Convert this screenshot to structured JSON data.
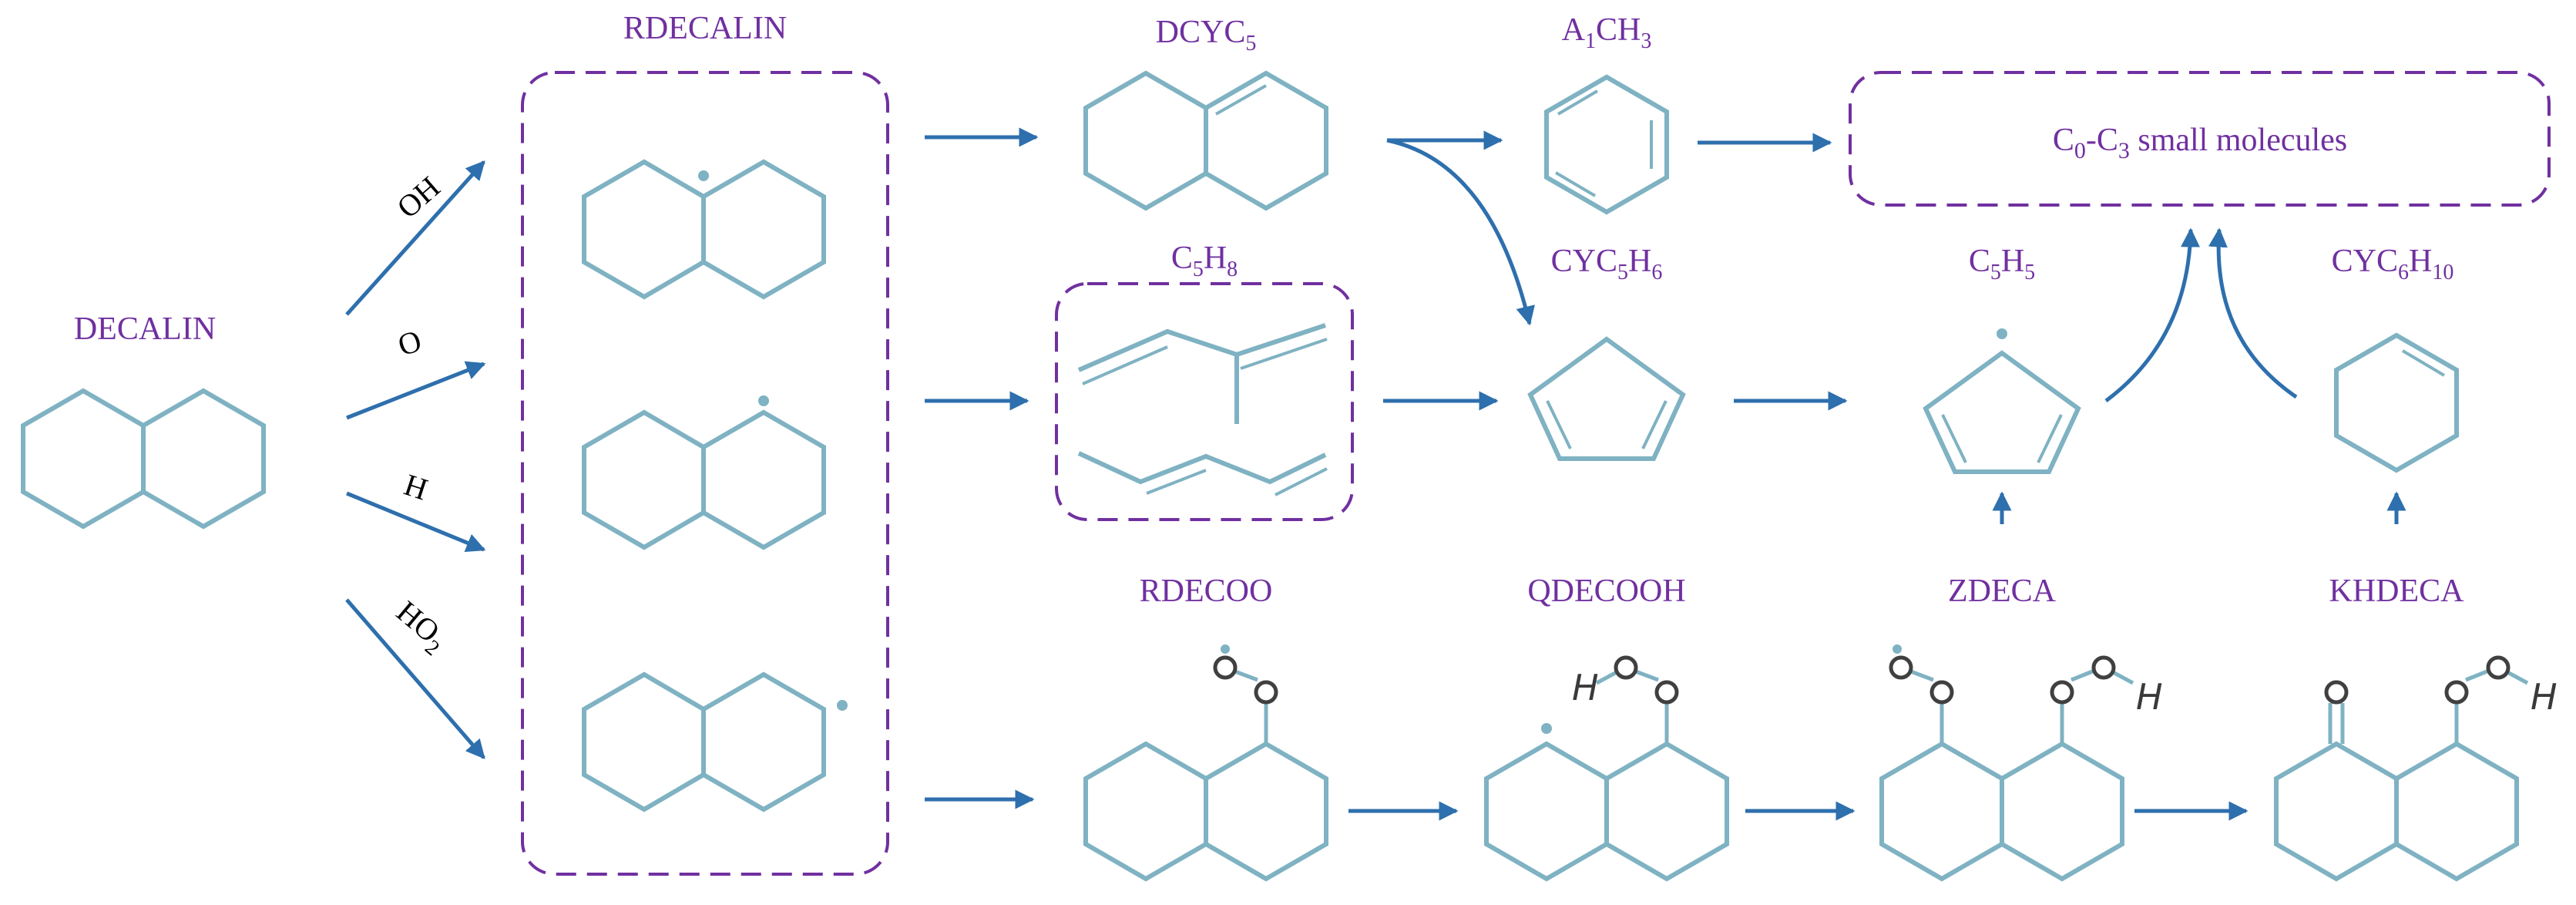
{
  "species": {
    "decalin": "DECALIN",
    "rdecalin": "RDECALIN",
    "dcyc5": "DCYC",
    "dcyc5_sub": "5",
    "a1ch3_a": "A",
    "a1ch3_sub": "1",
    "a1ch3_b": "CH",
    "a1ch3_sub2": "3",
    "small_a": "C",
    "small_sub1": "0",
    "small_b": "-C",
    "small_sub2": "3",
    "small_c": " small molecules",
    "c5h8_a": "C",
    "c5h8_sub1": "5",
    "c5h8_b": "H",
    "c5h8_sub2": "8",
    "cyc5h6_a": "CYC",
    "cyc5h6_sub1": "5",
    "cyc5h6_b": "H",
    "cyc5h6_sub2": "6",
    "c5h5_a": "C",
    "c5h5_sub1": "5",
    "c5h5_b": "H",
    "c5h5_sub2": "5",
    "cyc6h10_a": "CYC",
    "cyc6h10_sub1": "6",
    "cyc6h10_b": "H",
    "cyc6h10_sub2": "10",
    "rdecoo": "RDECOO",
    "qdecooh": "QDECOOH",
    "zdeca": "ZDECA",
    "khdeca": "KHDECA"
  },
  "reactants": {
    "oh": "OH",
    "o": "O",
    "h": "H",
    "ho2_a": "HO",
    "ho2_sub": "2"
  },
  "atoms": {
    "h": "H"
  },
  "colors": {
    "label": "#7030a0",
    "bond": "#7fb2c2",
    "arrow": "#2e6fad",
    "box": "#7030a0"
  }
}
